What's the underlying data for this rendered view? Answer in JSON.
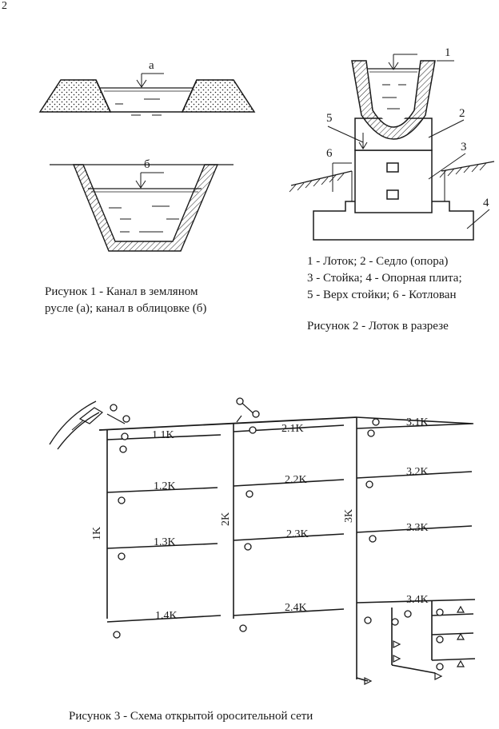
{
  "page_number": "2",
  "figure1": {
    "label_a": "а",
    "label_b": "б",
    "caption_line1": "Рисунок 1 - Канал в земляном",
    "caption_line2": "русле (а); канал в облицовке (б)"
  },
  "figure2": {
    "callouts": [
      "1",
      "2",
      "3",
      "4",
      "5",
      "6"
    ],
    "legend": [
      "1 - Лоток; 2 - Седло (опора)",
      "3 - Стойка; 4 - Опорная плита;",
      "5 - Верх стойки; 6 - Котлован"
    ],
    "caption": "Рисунок 2 - Лоток в разрезе"
  },
  "figure3": {
    "mains": [
      "1K",
      "2K",
      "3K"
    ],
    "laterals": [
      "1.1K",
      "1.2K",
      "1.3K",
      "1.4K",
      "2.1K",
      "2.2K",
      "2.3K",
      "2.4K",
      "3.1K",
      "3.2K",
      "3.3K",
      "3.4K"
    ],
    "caption": "Рисунок 3 - Схема открытой оросительной сети"
  },
  "colors": {
    "ink": "#1a1a1a",
    "paper": "#ffffff"
  }
}
